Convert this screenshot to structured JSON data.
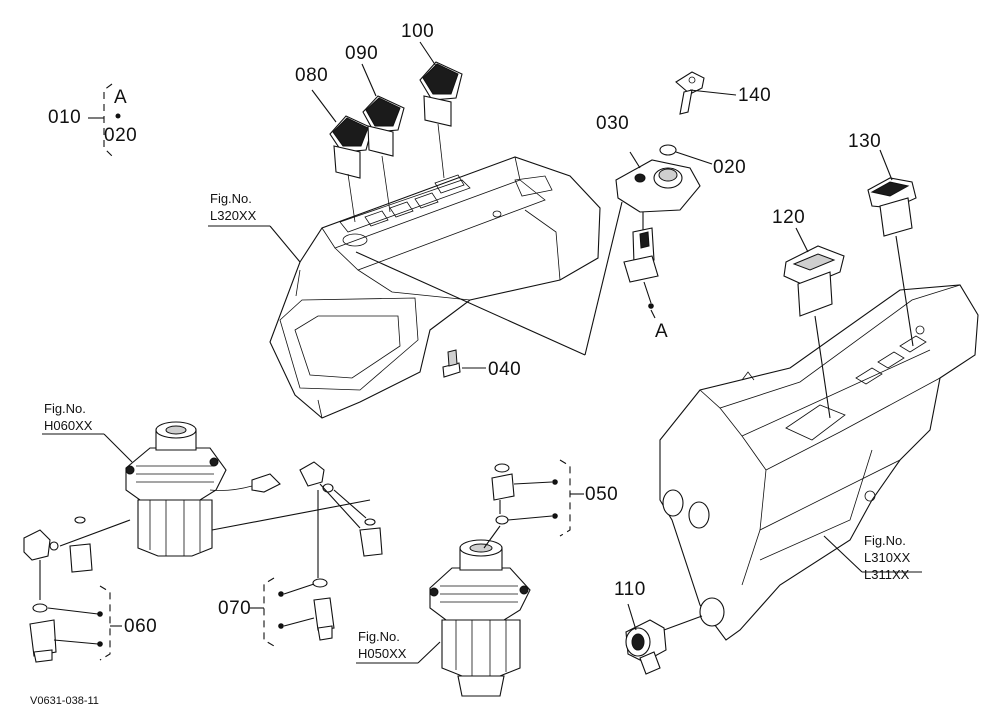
{
  "parts": {
    "p010": "010",
    "p020_group": "020",
    "group_a": "A",
    "p030": "030",
    "p020": "020",
    "p140": "140",
    "p080": "080",
    "p090": "090",
    "p100": "100",
    "p040": "040",
    "p130": "130",
    "p120": "120",
    "p110": "110",
    "p050": "050",
    "p060": "060",
    "p070": "070",
    "ref_a": "A"
  },
  "figure_refs": {
    "l320": [
      "Fig.No.",
      "L320XX"
    ],
    "h060": [
      "Fig.No.",
      "H060XX"
    ],
    "h050": [
      "Fig.No.",
      "H050XX"
    ],
    "l310": [
      "Fig.No.",
      "L310XX",
      "L311XX"
    ]
  },
  "drawing_code": "V0631-038-11"
}
